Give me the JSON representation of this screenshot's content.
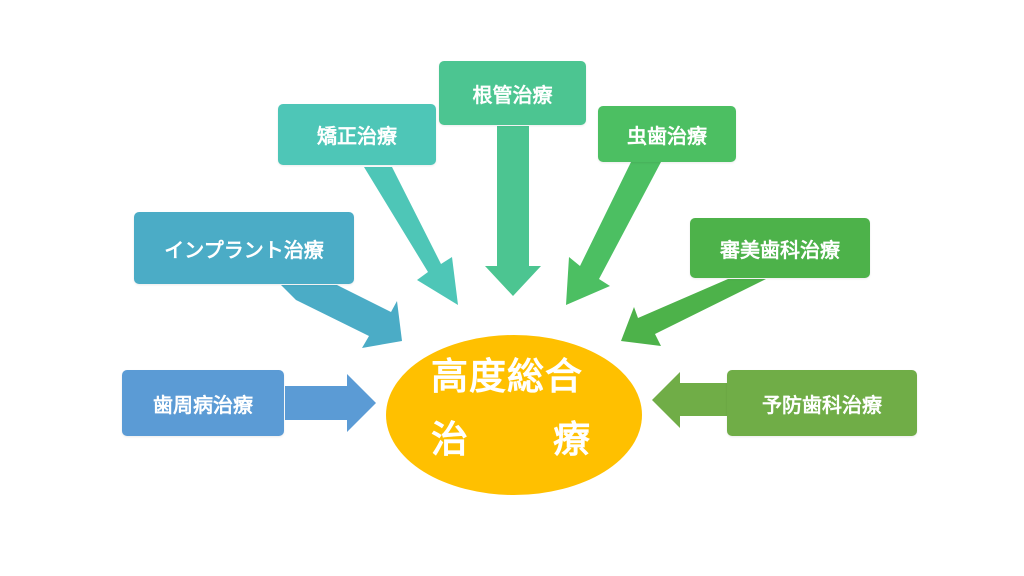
{
  "center": {
    "line1": "高度総合",
    "line2_left": "治",
    "line2_right": "療",
    "color": "#FFC000"
  },
  "treatments": [
    {
      "id": "periodontal",
      "label": "歯周病治療",
      "color": "#5B9BD5"
    },
    {
      "id": "implant",
      "label": "インプラント治療",
      "color": "#4BACC6"
    },
    {
      "id": "orthodontic",
      "label": "矯正治療",
      "color": "#4EC6B7"
    },
    {
      "id": "root-canal",
      "label": "根管治療",
      "color": "#4CC591"
    },
    {
      "id": "cavity",
      "label": "虫歯治療",
      "color": "#4CBF62"
    },
    {
      "id": "cosmetic",
      "label": "審美歯科治療",
      "color": "#4DB24A"
    },
    {
      "id": "preventive",
      "label": "予防歯科治療",
      "color": "#70AD47"
    }
  ]
}
